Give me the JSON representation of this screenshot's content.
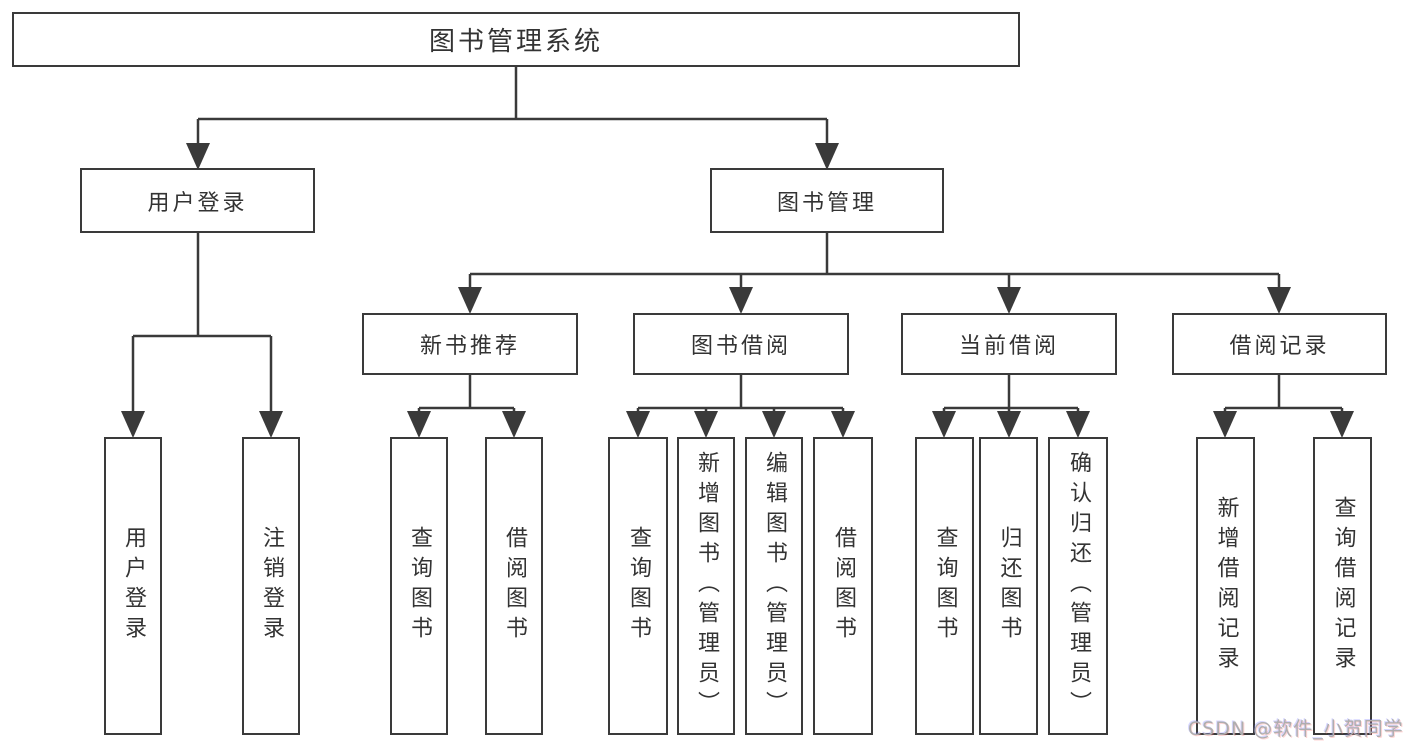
{
  "colors": {
    "line": "#3a3a3a",
    "text": "#333333",
    "watermark": "#aeaeae",
    "background": "#ffffff"
  },
  "diagram": {
    "title": "图书管理系统",
    "branches": [
      {
        "label": "用户登录",
        "children": [
          {
            "label": "用户登录"
          },
          {
            "label": "注销登录"
          }
        ]
      },
      {
        "label": "图书管理",
        "children": [
          {
            "label": "新书推荐",
            "children": [
              {
                "label": "查询图书"
              },
              {
                "label": "借阅图书"
              }
            ]
          },
          {
            "label": "图书借阅",
            "children": [
              {
                "label": "查询图书"
              },
              {
                "label": "新增图书（管理员）"
              },
              {
                "label": "编辑图书（管理员）"
              },
              {
                "label": "借阅图书"
              }
            ]
          },
          {
            "label": "当前借阅",
            "children": [
              {
                "label": "查询图书"
              },
              {
                "label": "归还图书"
              },
              {
                "label": "确认归还（管理员）"
              }
            ]
          },
          {
            "label": "借阅记录",
            "children": [
              {
                "label": "新增借阅记录"
              },
              {
                "label": "查询借阅记录"
              }
            ]
          }
        ]
      }
    ]
  },
  "watermark": "CSDN @软件_小贺同学"
}
